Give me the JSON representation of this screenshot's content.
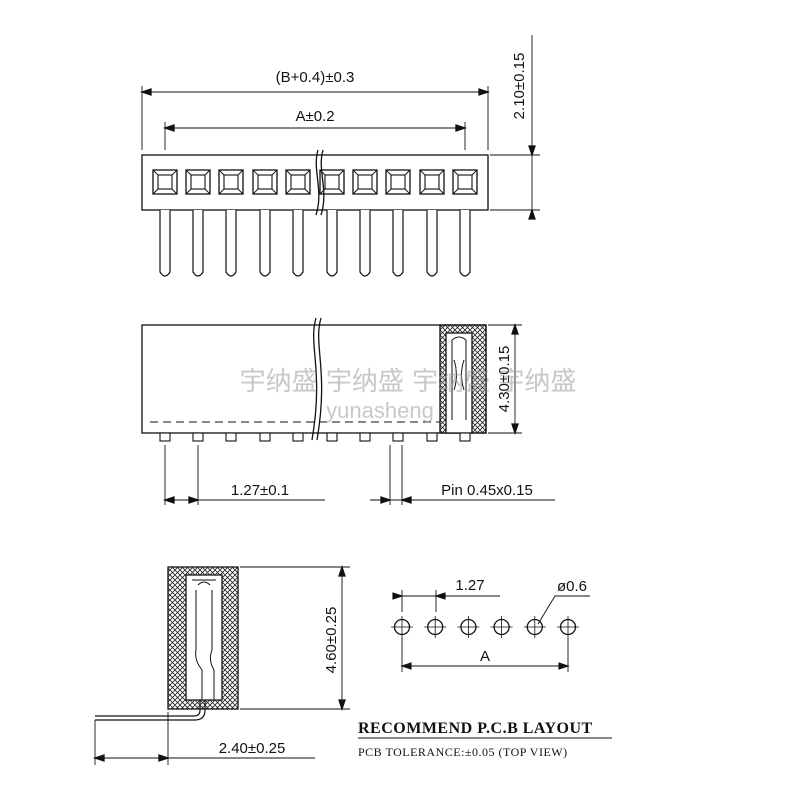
{
  "top_view": {
    "overall_length_dim": "(B+0.4)±0.3",
    "pin_span_dim": "A±0.2",
    "body_height_dim": "2.10±0.15"
  },
  "side_view": {
    "body_height_dim": "4.30±0.15",
    "pitch_dim": "1.27±0.1",
    "pin_dim": "Pin  0.45x0.15"
  },
  "end_view": {
    "height_dim": "4.60±0.25",
    "width_dim": "2.40±0.25"
  },
  "pcb_layout": {
    "pitch_dim": "1.27",
    "hole_dim": "ø0.6",
    "span_label": "A",
    "hole_count": 6,
    "title": "RECOMMEND P.C.B LAYOUT",
    "subtitle": "PCB TOLERANCE:±0.05 (TOP VIEW)"
  },
  "watermark": {
    "cjk": "宇纳盛 宇纳盛 宇纳盛 宇纳盛",
    "latin": "yunasheng"
  }
}
